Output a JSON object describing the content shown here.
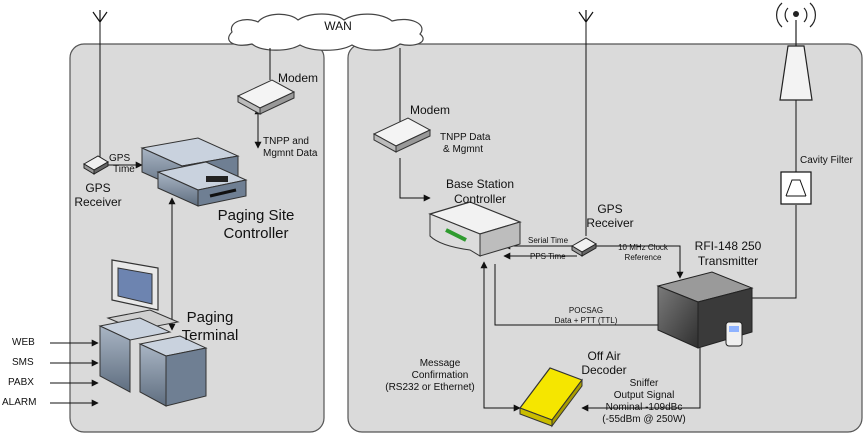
{
  "cloud": {
    "label": "WAN"
  },
  "left_panel": {
    "gps_receiver": {
      "line1": "GPS",
      "line2": "Receiver"
    },
    "gps_time": {
      "line1": "GPS",
      "line2": "Time"
    },
    "modem": "Modem",
    "tnpp": {
      "line1": "TNPP and",
      "line2": "Mgmnt Data"
    },
    "paging_site_controller": {
      "line1": "Paging Site",
      "line2": "Controller"
    },
    "paging_terminal": {
      "line1": "Paging",
      "line2": "Terminal"
    },
    "inputs": [
      "WEB",
      "SMS",
      "PABX",
      "ALARM"
    ]
  },
  "right_panel": {
    "modem": "Modem",
    "tnpp": {
      "line1": "TNPP Data",
      "line2": "& Mgmnt"
    },
    "base_station_controller": {
      "line1": "Base Station",
      "line2": "Controller"
    },
    "gps_receiver": {
      "line1": "GPS",
      "line2": "Receiver"
    },
    "serial_time": "Serial Time",
    "pps_time": "PPS Time",
    "clock_ref": {
      "line1": "10 MHz Clock",
      "line2": "Reference"
    },
    "transmitter": {
      "line1": "RFI-148 250",
      "line2": "Transmitter"
    },
    "cavity_filter": "Cavity Filter",
    "pocsag": {
      "line1": "POCSAG",
      "line2": "Data + PTT (TTL)"
    },
    "message_confirmation": {
      "line1": "Message",
      "line2": "Confirmation",
      "line3": "(RS232 or Ethernet)"
    },
    "off_air_decoder": {
      "line1": "Off Air",
      "line2": "Decoder"
    },
    "sniffer": {
      "line1": "Sniffer",
      "line2": "Output Signal",
      "line3": "Nominal -109dBc",
      "line4": "(-55dBm @ 250W)"
    }
  },
  "colors": {
    "panel": "#dadada",
    "panel_border": "#555555",
    "device_blue": "#7d8ea3",
    "decoder_yellow": "#f5e600"
  }
}
